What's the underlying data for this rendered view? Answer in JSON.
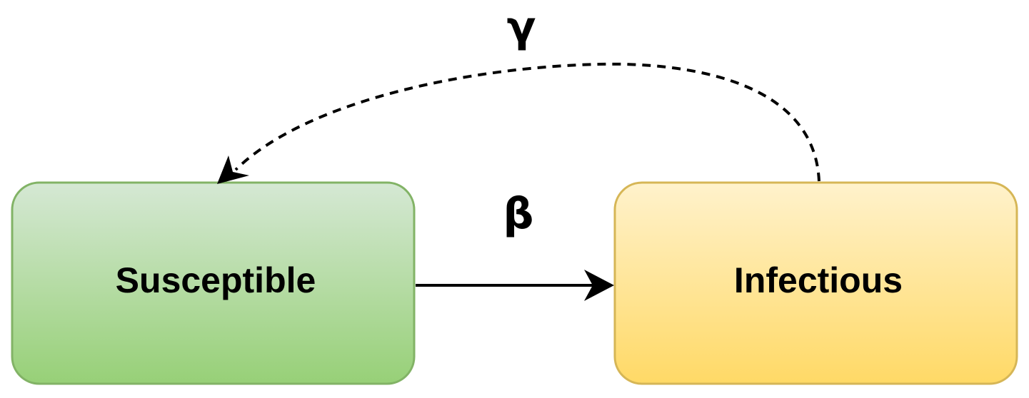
{
  "nodes": {
    "susceptible": {
      "label": "Susceptible",
      "fill_top": "#d5e8d4",
      "fill_bottom": "#97d077",
      "stroke": "#82b366"
    },
    "infectious": {
      "label": "Infectious",
      "fill_top": "#fff2cc",
      "fill_bottom": "#ffd966",
      "stroke": "#d6b656"
    }
  },
  "edges": {
    "infection": {
      "label": "β",
      "from": "Susceptible",
      "to": "Infectious",
      "style": "solid"
    },
    "recovery": {
      "label": "γ",
      "from": "Infectious",
      "to": "Susceptible",
      "style": "dashed"
    }
  }
}
